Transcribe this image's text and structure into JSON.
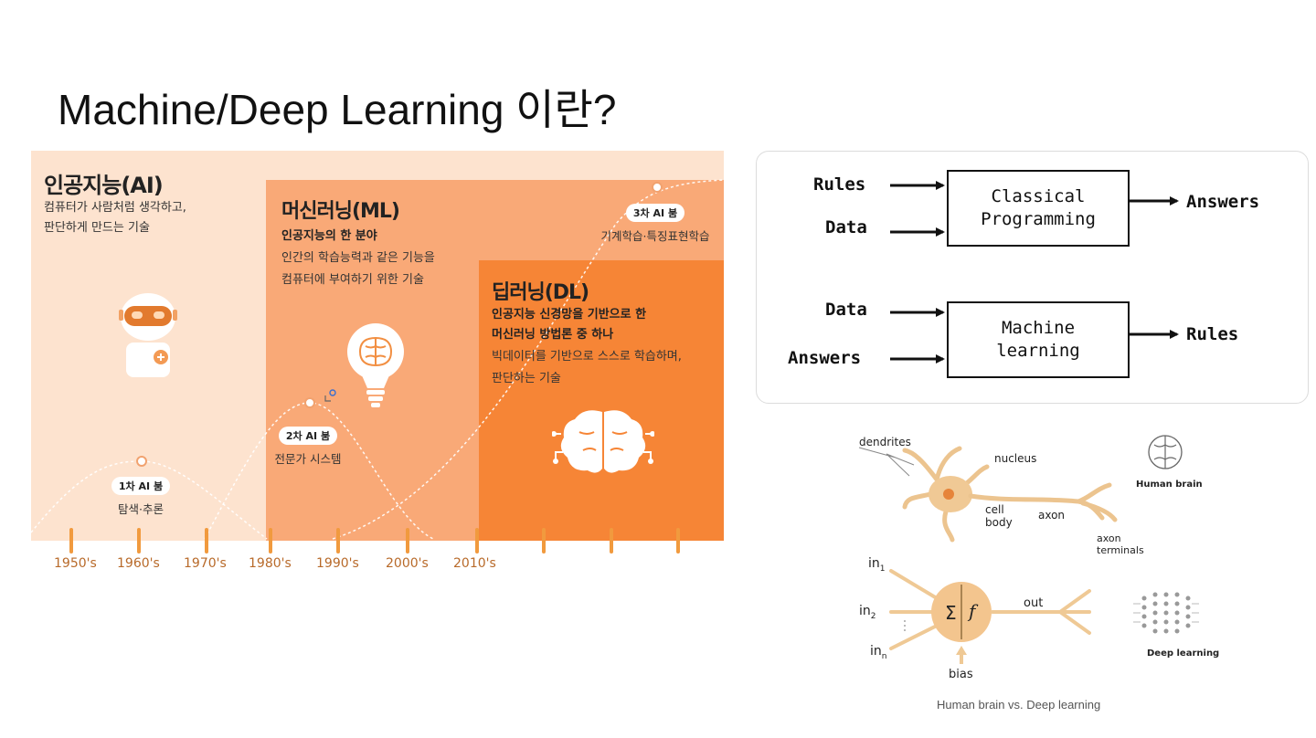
{
  "slide": {
    "title": "Machine/Deep Learning 이란?"
  },
  "timeline": {
    "ai": {
      "heading": "인공지능(AI)",
      "desc_lines": [
        "컴퓨터가 사람처럼 생각하고,",
        "판단하게 만드는 기술"
      ]
    },
    "ml": {
      "heading": "머신러닝(ML)",
      "sub": "인공지능의 한 분야",
      "desc_lines": [
        "인간의 학습능력과 같은 기능을",
        "컴퓨터에 부여하기 위한 기술"
      ]
    },
    "dl": {
      "heading": "딥러닝(DL)",
      "sub_lines": [
        "인공지능 신경망을 기반으로 한",
        "머신러닝 방법론 중 하나"
      ],
      "desc_lines": [
        "빅데이터를 기반으로 스스로 학습하며,",
        "판단하는 기술"
      ]
    },
    "booms": [
      {
        "label": "1차 AI 붐",
        "caption": "탐색·추론"
      },
      {
        "label": "2차 AI 붐",
        "caption": "전문가 시스템"
      },
      {
        "label": "3차 AI 붐",
        "caption": "기계학습·특징표현학습"
      }
    ],
    "decades": [
      "1950's",
      "1960's",
      "1970's",
      "1980's",
      "1990's",
      "2000's",
      "2010's"
    ],
    "accent": "#f68536"
  },
  "paradigm": {
    "classical": {
      "inputs": [
        "Rules",
        "Data"
      ],
      "box": [
        "Classical",
        "Programming"
      ],
      "output": "Answers"
    },
    "ml": {
      "inputs": [
        "Data",
        "Answers"
      ],
      "box": [
        "Machine",
        "learning"
      ],
      "output": "Rules"
    }
  },
  "neuron": {
    "labels": {
      "dendrites": "dendrites",
      "nucleus": "nucleus",
      "cell": "cell",
      "body": "body",
      "axon": "axon",
      "axon2": "axon",
      "terminals": "terminals",
      "human_brain": "Human brain",
      "deep_learning": "Deep learning",
      "in": "in",
      "sub1": "1",
      "sub2": "2",
      "subn": "n",
      "sigma": "Σ",
      "f": "f",
      "out": "out",
      "bias": "bias"
    },
    "caption": "Human brain vs. Deep learning"
  }
}
